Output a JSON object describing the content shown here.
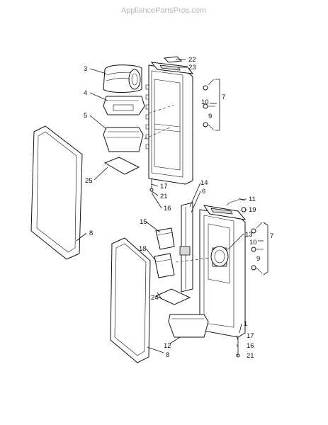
{
  "watermark": "AppliancePartsPros.com",
  "callouts": [
    {
      "id": "c22",
      "text": "22"
    },
    {
      "id": "c23",
      "text": "23"
    },
    {
      "id": "c3",
      "text": "3"
    },
    {
      "id": "c4",
      "text": "4"
    },
    {
      "id": "c5",
      "text": "5"
    },
    {
      "id": "c25",
      "text": "25"
    },
    {
      "id": "c7a",
      "text": "7"
    },
    {
      "id": "c10a",
      "text": "10"
    },
    {
      "id": "c9a",
      "text": "9"
    },
    {
      "id": "c17a",
      "text": "17"
    },
    {
      "id": "c21a",
      "text": "21"
    },
    {
      "id": "c16a",
      "text": "16"
    },
    {
      "id": "c14",
      "text": "14"
    },
    {
      "id": "c6",
      "text": "6"
    },
    {
      "id": "c11",
      "text": "11"
    },
    {
      "id": "c19",
      "text": "19"
    },
    {
      "id": "c8a",
      "text": "8"
    },
    {
      "id": "c15",
      "text": "15"
    },
    {
      "id": "c13",
      "text": "13"
    },
    {
      "id": "c7b",
      "text": "7"
    },
    {
      "id": "c10b",
      "text": "10"
    },
    {
      "id": "c9b",
      "text": "9"
    },
    {
      "id": "c18",
      "text": "18"
    },
    {
      "id": "c24",
      "text": "24"
    },
    {
      "id": "c1",
      "text": "1"
    },
    {
      "id": "c17b",
      "text": "17"
    },
    {
      "id": "c16b",
      "text": "16"
    },
    {
      "id": "c21b",
      "text": "21"
    },
    {
      "id": "c12",
      "text": "12"
    },
    {
      "id": "c8b",
      "text": "8"
    }
  ]
}
